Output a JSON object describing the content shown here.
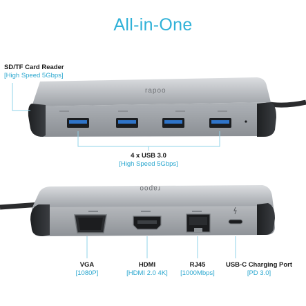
{
  "title": "All-in-One",
  "brand": "rapoo",
  "top_device": {
    "side_callout": {
      "name": "SD/TF Card Reader",
      "spec": "[High Speed 5Gbps]"
    },
    "usb_callout": {
      "name": "4 x USB 3.0",
      "spec": "[High Speed 5Gbps]"
    },
    "usb_port_count": 4
  },
  "bottom_device": {
    "ports": [
      {
        "name": "VGA",
        "spec": "[1080P]"
      },
      {
        "name": "HDMI",
        "spec": "[HDMI 2.0 4K]"
      },
      {
        "name": "RJ45",
        "spec": "[1000Mbps]"
      },
      {
        "name": "USB-C Charging Port",
        "spec": "[PD 3.0]"
      }
    ]
  },
  "colors": {
    "accent": "#2fb1d8",
    "usb_blue": "#2f74c9",
    "body_silver": "#c9ccd0",
    "end_cap": "#2b2d30"
  }
}
